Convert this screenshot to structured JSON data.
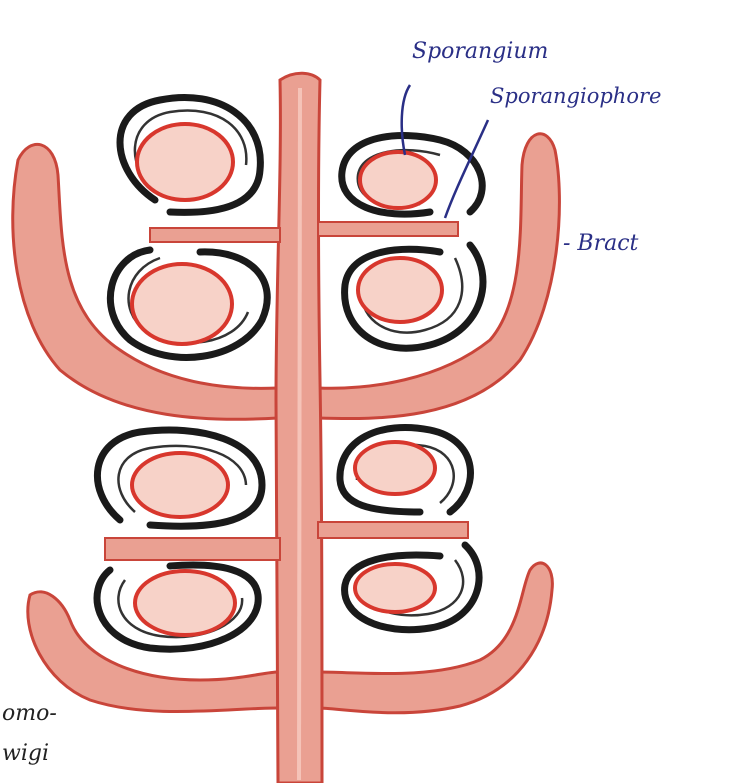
{
  "labels": {
    "sporangium": "Sporangium",
    "sporangiophore": "Sporangiophore",
    "bract": "- Bract",
    "bottom_left_line1": "omo-",
    "bottom_left_line2": "wigi"
  },
  "colors": {
    "axis_fill": "#eaa092",
    "axis_stroke": "#c9453a",
    "sporangium_fill": "#f7d2c8",
    "sporangium_stroke": "#d8372d",
    "wall_stroke": "#1a1a1a",
    "label_ink": "#2a2f86"
  }
}
